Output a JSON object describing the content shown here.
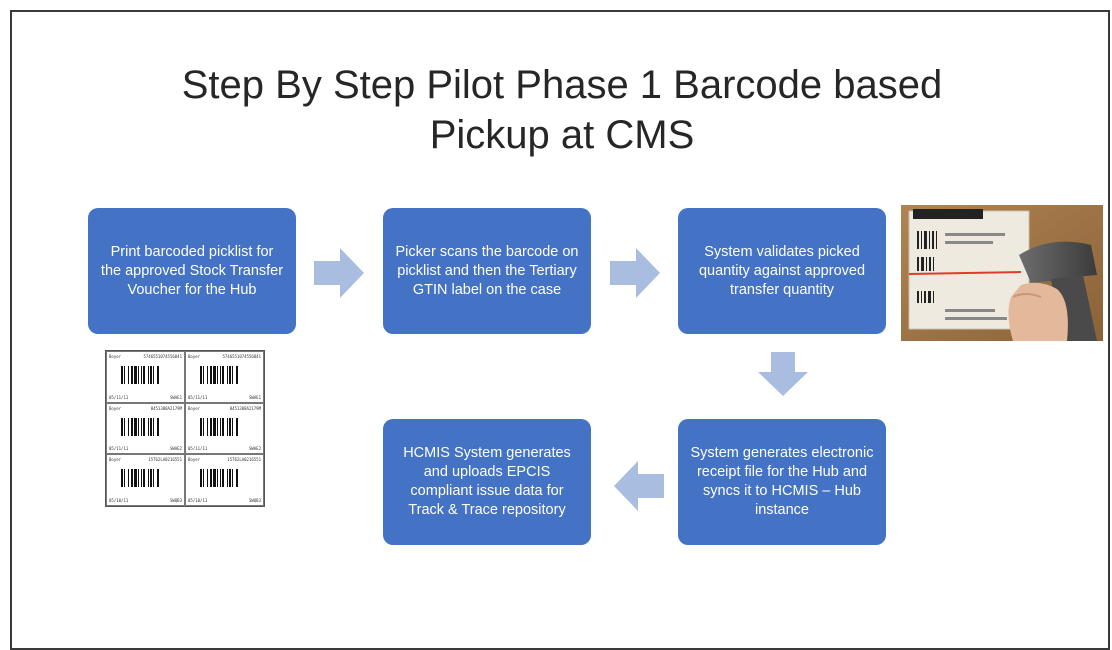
{
  "slide": {
    "title_line1": "Step By Step Pilot Phase 1 Barcode based",
    "title_line2": "Pickup at CMS"
  },
  "steps": [
    {
      "id": 1,
      "text": "Print barcoded picklist for the approved Stock Transfer Voucher for the Hub"
    },
    {
      "id": 2,
      "text": "Picker scans the barcode on picklist and then the Tertiary GTIN label on the case"
    },
    {
      "id": 3,
      "text": "System validates picked quantity against approved transfer quantity"
    },
    {
      "id": 4,
      "text": "System generates electronic receipt file for the Hub and syncs it to HCMIS – Hub instance"
    },
    {
      "id": 5,
      "text": "HCMIS System generates and uploads EPCIS compliant issue data for Track & Trace repository"
    }
  ],
  "barcode_labels": [
    {
      "top_left": "Boyer",
      "top_right": "5746551074556841",
      "bottom_left": "05/11/11",
      "bottom_right": "SWAE1"
    },
    {
      "top_left": "Boyer",
      "top_right": "5746551074556841",
      "bottom_left": "05/11/11",
      "bottom_right": "SWAE1"
    },
    {
      "top_left": "Boyer",
      "top_right": "8451388A2179M",
      "bottom_left": "05/11/11",
      "bottom_right": "SWAE2"
    },
    {
      "top_left": "Boyer",
      "top_right": "8451388A2179M",
      "bottom_left": "05/11/11",
      "bottom_right": "SWAE2"
    },
    {
      "top_left": "Boyer",
      "top_right": "15762LA0216551",
      "bottom_left": "05/10/11",
      "bottom_right": "SWQB3"
    },
    {
      "top_left": "Boyer",
      "top_right": "15762LA0216551",
      "bottom_left": "05/10/11",
      "bottom_right": "SWQB3"
    }
  ],
  "colors": {
    "box_fill": "#4472c4",
    "arrow_fill": "#a9bde0",
    "title_text": "#262626"
  }
}
